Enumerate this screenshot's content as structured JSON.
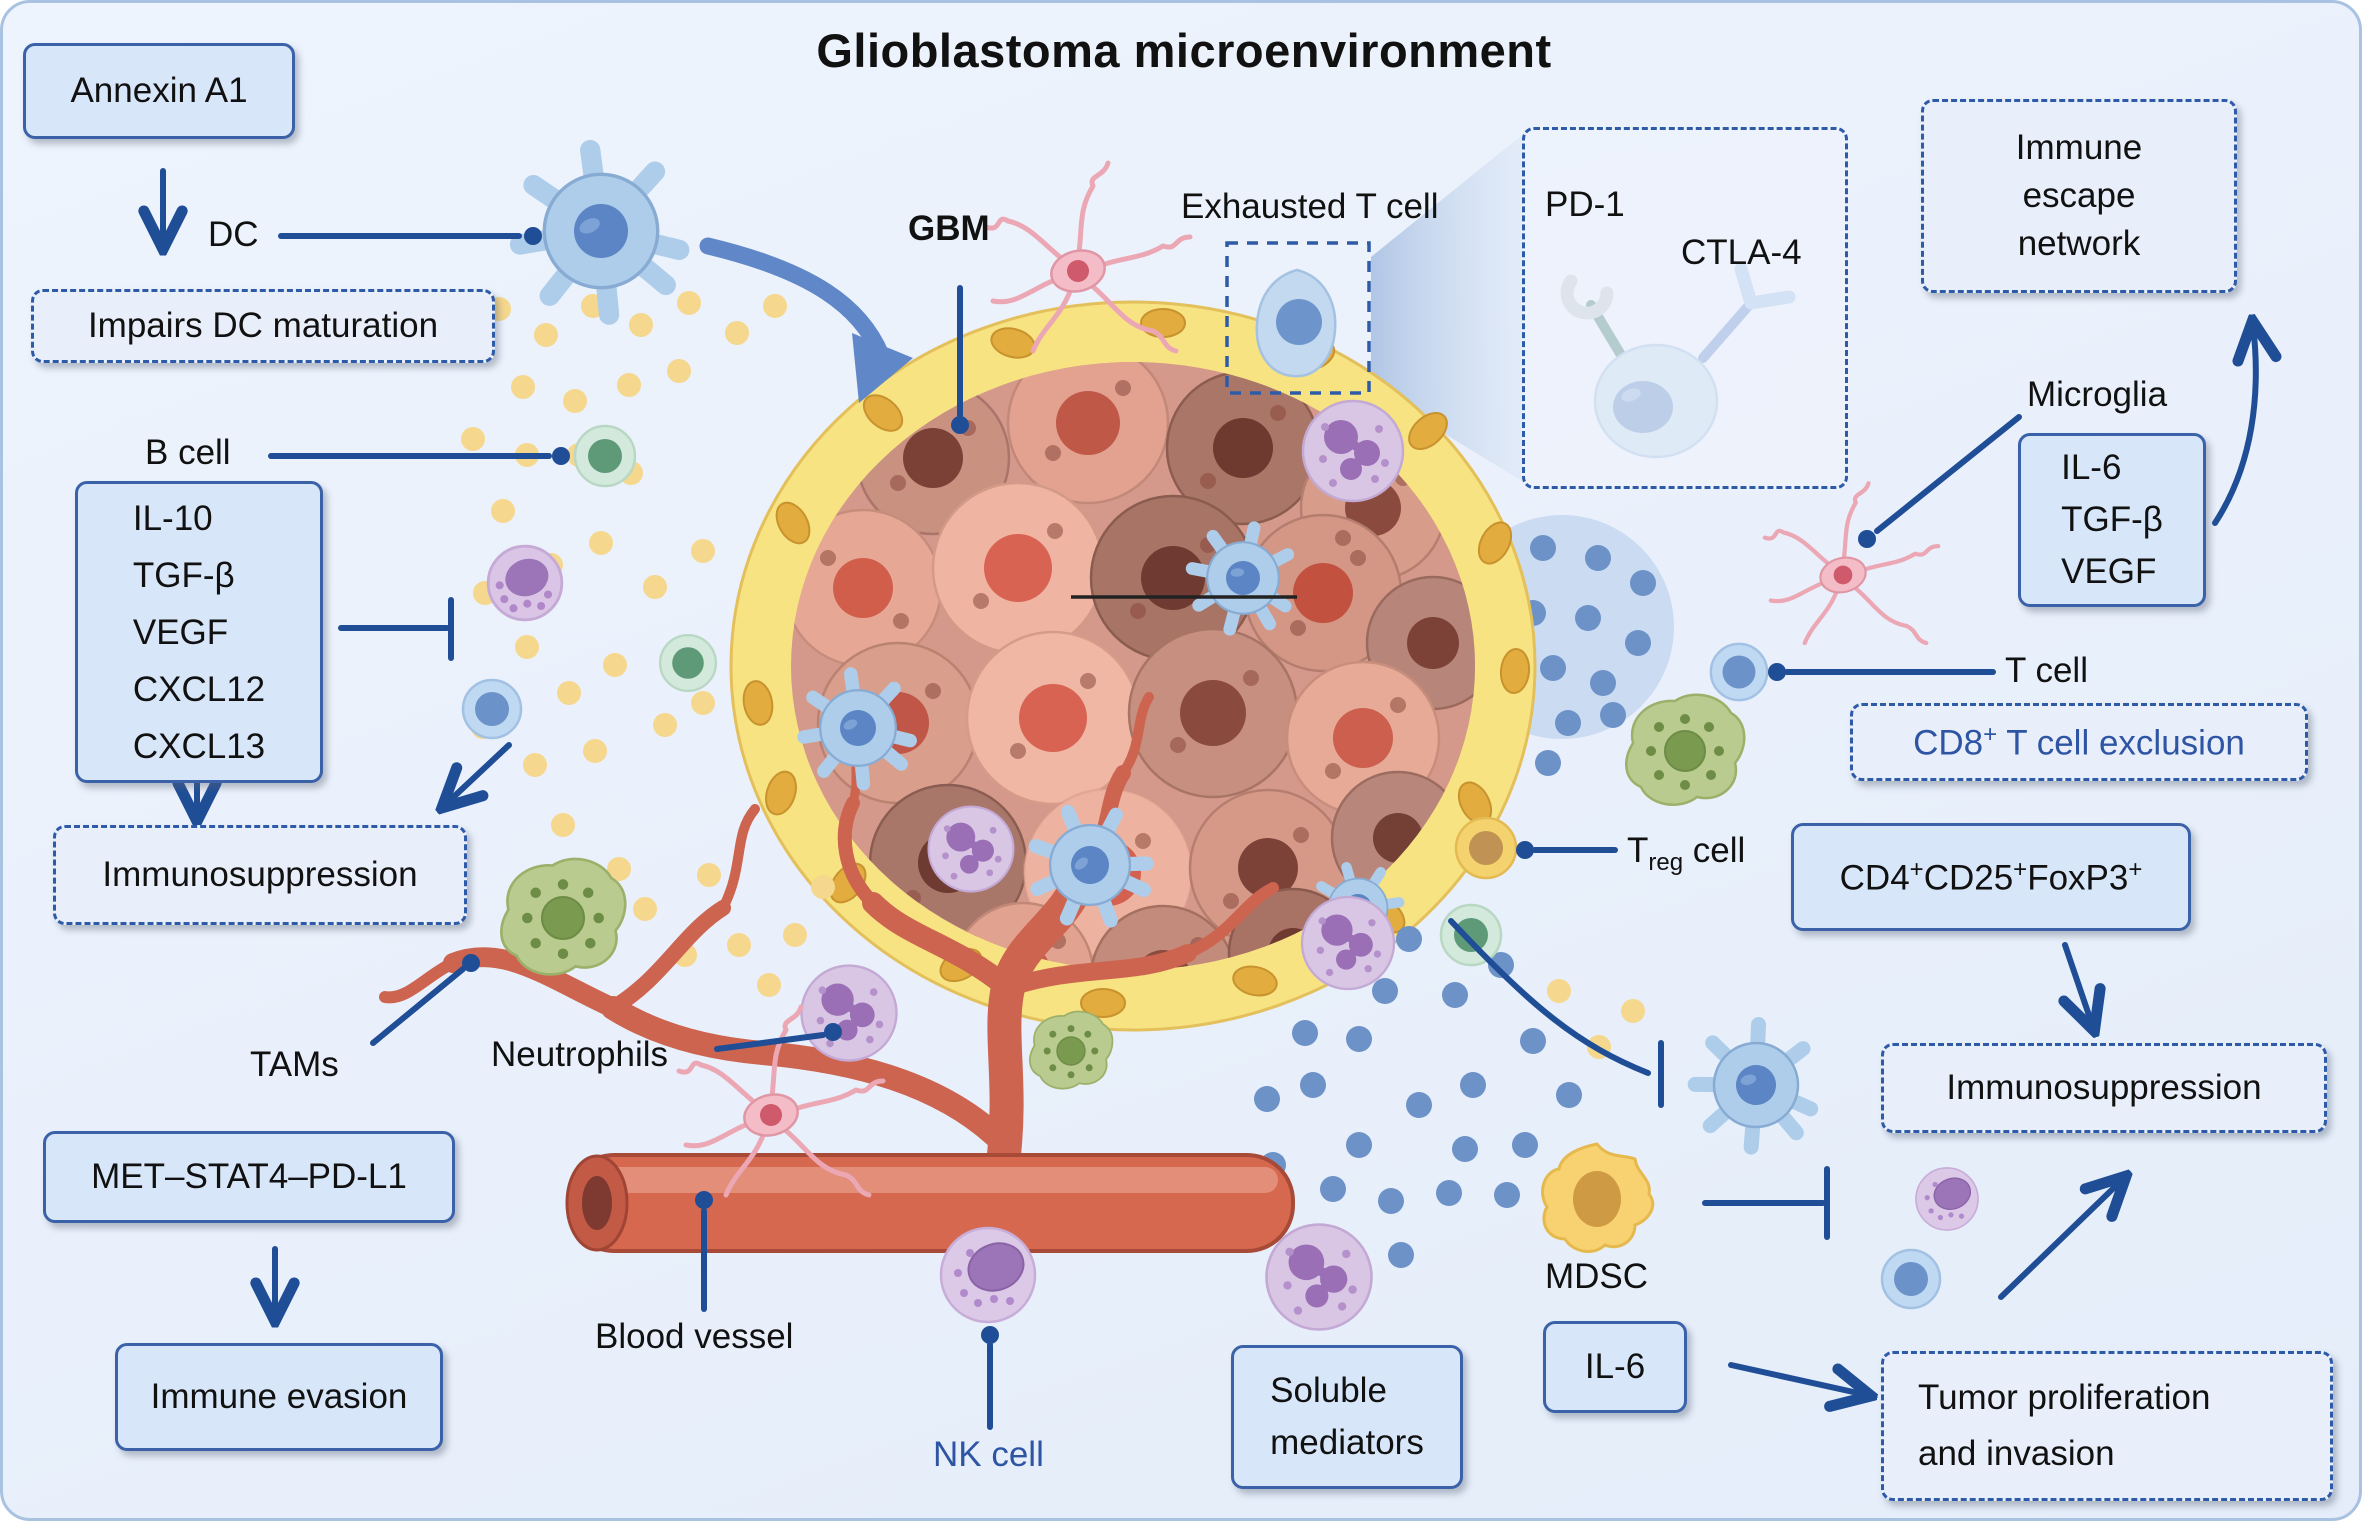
{
  "title": "Glioblastoma microenvironment",
  "boxes": {
    "annexin": "Annexin A1",
    "impairs_dc": "Impairs DC maturation",
    "cytokines": [
      "IL-10",
      "TGF-β",
      "VEGF",
      "CXCL12",
      "CXCL13"
    ],
    "immunosuppression_left": "Immunosuppression",
    "met_stat4": "MET–STAT4–PD-L1",
    "immune_evasion": "Immune evasion",
    "immune_escape": [
      "Immune",
      "escape",
      "network"
    ],
    "microglia_cytokines": [
      "IL-6",
      "TGF-β",
      "VEGF"
    ],
    "cd8_base": "CD8",
    "cd8_rest": " T cell exclusion",
    "cd4_a": "CD4",
    "cd4_b": "CD25",
    "cd4_c": "FoxP3",
    "immunosuppression_right": "Immunosuppression",
    "il6": "IL-6",
    "soluble_mediators": [
      "Soluble",
      "mediators"
    ],
    "tumor_proliferation": [
      "Tumor proliferation",
      "and invasion"
    ]
  },
  "labels": {
    "dc": "DC",
    "b_cell": "B cell",
    "tams": "TAMs",
    "neutrophils": "Neutrophils",
    "blood_vessel": "Blood vessel",
    "nk_cell": "NK cell",
    "gbm": "GBM",
    "exhausted_t_cell": "Exhausted T cell",
    "pd1": "PD-1",
    "ctla4": "CTLA-4",
    "microglia": "Microglia",
    "t_cell": "T cell",
    "treg_prefix": "T",
    "treg_sub": "reg",
    "treg_suffix": " cell",
    "mdsc": "MDSC",
    "sup_plus": "+"
  },
  "colors": {
    "accent_line": "#1f4e96",
    "thick_arrow": "#6088c8",
    "box_fill": "#d7e6f8",
    "box_border": "#3b62a8",
    "dashed_border": "#2e5ba8",
    "blue_text": "#2e55a4",
    "background": "#eaf1fc",
    "tumor_membrane": "#f7e382",
    "tumor_cell": "#e8a Feld",
    "vessel": "#d5684f"
  }
}
